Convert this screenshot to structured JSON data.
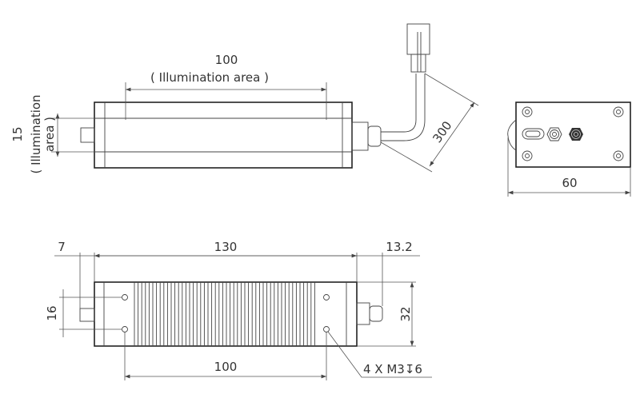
{
  "top_view": {
    "length_value": "100",
    "length_note": "( Illumination area )",
    "width_value": "15",
    "width_note_1": "( Illumination",
    "width_note_2": "area )",
    "cable_length": "300"
  },
  "end_view": {
    "width_value": "60"
  },
  "bottom_view": {
    "left_offset": "7",
    "body_length": "130",
    "right_offset": "13.2",
    "hole_spacing_v": "16",
    "height_value": "32",
    "hole_spacing_h": "100",
    "hole_callout": "4 X M3↧6"
  }
}
